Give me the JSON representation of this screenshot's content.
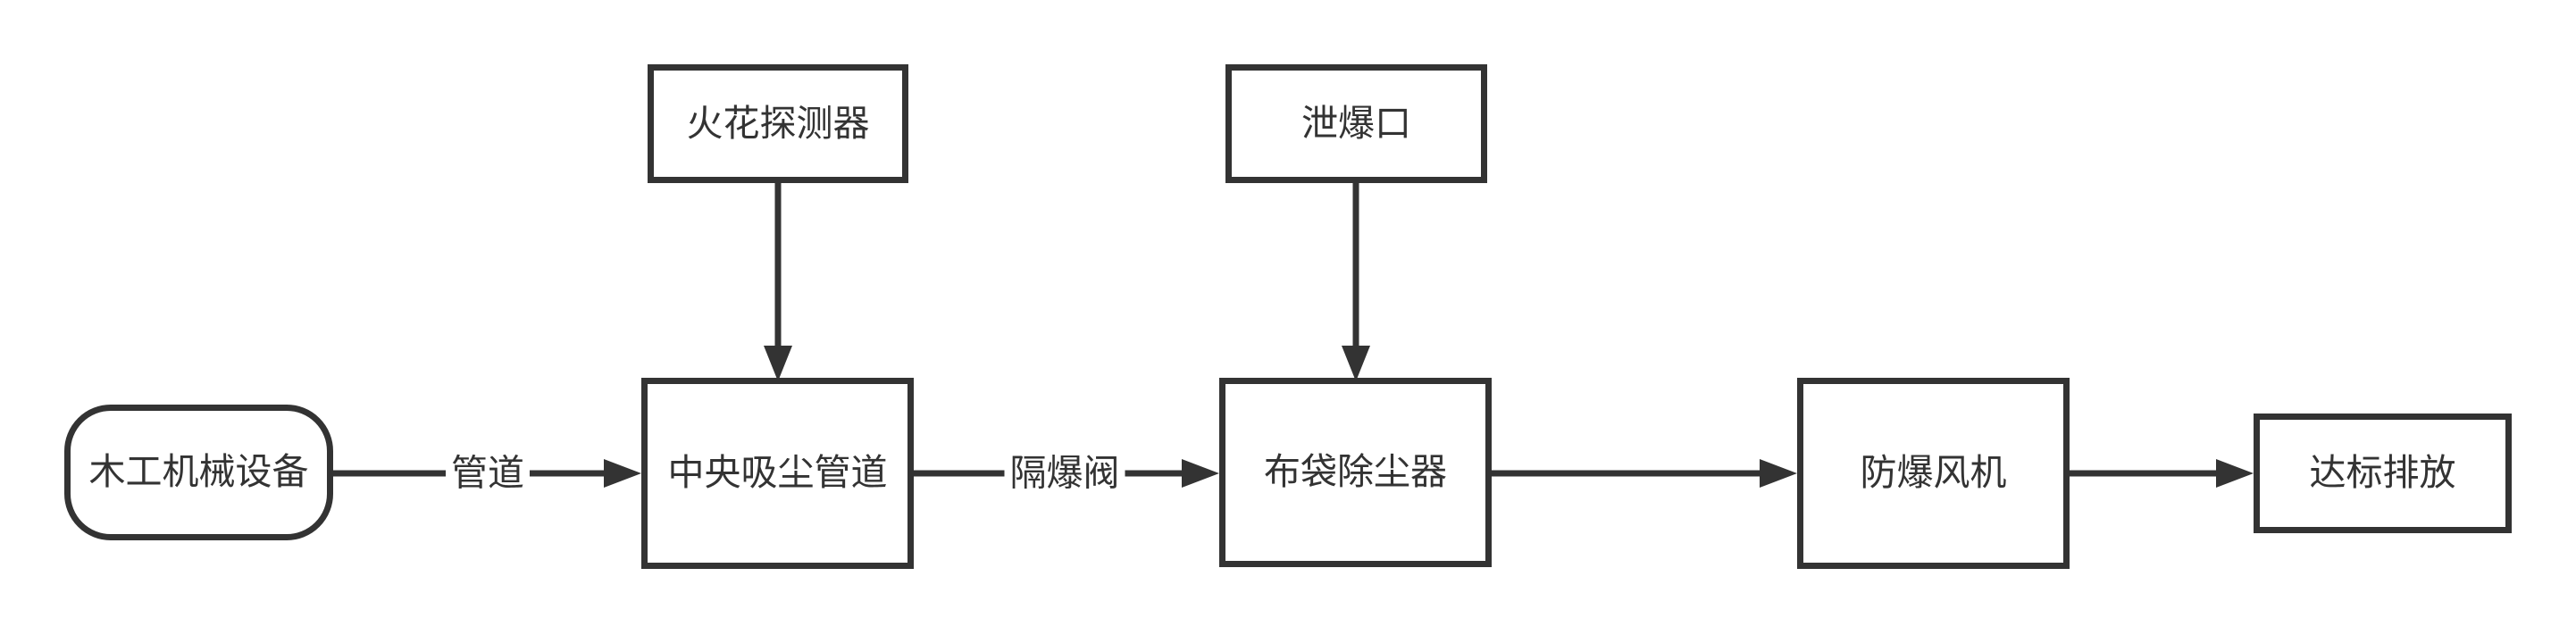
{
  "diagram": {
    "type": "flowchart",
    "background_color": "#ffffff",
    "stroke_color": "#333333",
    "text_color": "#333333",
    "nodes": [
      {
        "id": "woodworking-machine",
        "label": "木工机械设备",
        "shape": "rounded-rect"
      },
      {
        "id": "spark-detector",
        "label": "火花探测器",
        "shape": "rect"
      },
      {
        "id": "explosion-vent",
        "label": "泄爆口",
        "shape": "rect"
      },
      {
        "id": "central-dust-duct",
        "label": "中央吸尘管道",
        "shape": "rect"
      },
      {
        "id": "bag-dust-collector",
        "label": "布袋除尘器",
        "shape": "rect"
      },
      {
        "id": "explosion-proof-fan",
        "label": "防爆风机",
        "shape": "rect"
      },
      {
        "id": "compliant-discharge",
        "label": "达标排放",
        "shape": "rect"
      }
    ],
    "edges": [
      {
        "from": "woodworking-machine",
        "to": "central-dust-duct",
        "label": "管道",
        "direction": "right"
      },
      {
        "from": "spark-detector",
        "to": "central-dust-duct",
        "label": "",
        "direction": "down"
      },
      {
        "from": "explosion-vent",
        "to": "bag-dust-collector",
        "label": "",
        "direction": "down"
      },
      {
        "from": "central-dust-duct",
        "to": "bag-dust-collector",
        "label": "隔爆阀",
        "direction": "right"
      },
      {
        "from": "bag-dust-collector",
        "to": "explosion-proof-fan",
        "label": "",
        "direction": "right"
      },
      {
        "from": "explosion-proof-fan",
        "to": "compliant-discharge",
        "label": "",
        "direction": "right"
      }
    ]
  }
}
